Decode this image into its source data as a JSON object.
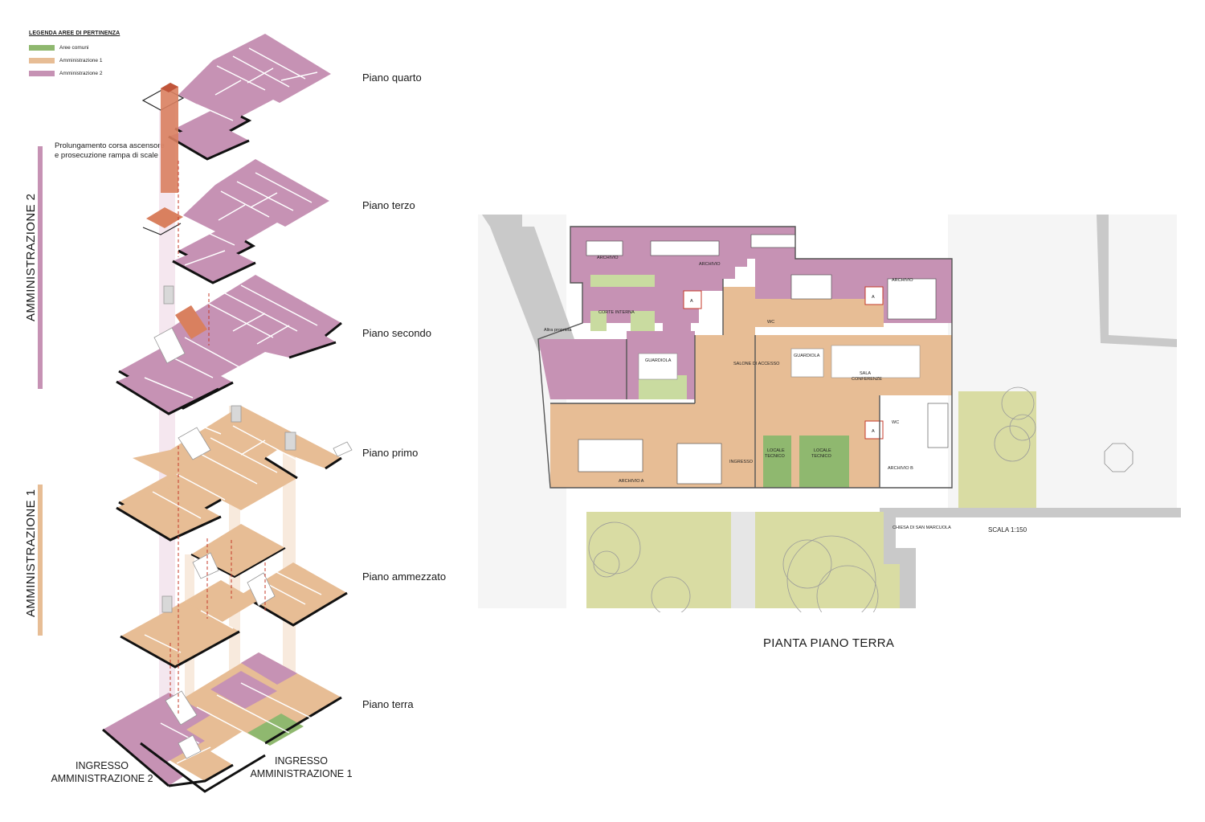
{
  "legend": {
    "title": "LEGENDA AREE DI PERTINENZA",
    "items": [
      {
        "label": "Aree comuni",
        "color": "#8fb86f"
      },
      {
        "label": "Amministrazione 1",
        "color": "#e7bd95"
      },
      {
        "label": "Amministrazione 2",
        "color": "#c692b4"
      }
    ]
  },
  "floors": [
    {
      "label": "Piano quarto"
    },
    {
      "label": "Piano terzo"
    },
    {
      "label": "Piano secondo"
    },
    {
      "label": "Piano primo"
    },
    {
      "label": "Piano ammezzato"
    },
    {
      "label": "Piano terra"
    }
  ],
  "note": {
    "line1": "Prolungamento corsa ascensore",
    "line2": "e prosecuzione rampa di scale"
  },
  "side_labels": {
    "amm2": "AMMINISTRAZIONE 2",
    "amm1": "AMMINISTRAZIONE 1"
  },
  "entrances": {
    "amm2": {
      "line1": "INGRESSO",
      "line2": "AMMINISTRAZIONE 2"
    },
    "amm1": {
      "line1": "INGRESSO",
      "line2": "AMMINISTRAZIONE 1"
    }
  },
  "plan": {
    "title": "PIANTA PIANO TERRA",
    "scale": "SCALA 1:150",
    "rooms": {
      "archivio_top_left": "ARCHIVIO",
      "archivio_top": "ARCHIVIO",
      "archivio_top_right": "ARCHIVIO",
      "corte_interna": "CORTE INTERNA",
      "guardiola_left": "GUARDIOLA",
      "guardiola_right": "GUARDIOLA",
      "salone": "SALONE DI ACCESSO",
      "sala_1": "SALA",
      "sala_2": "CONFERENZE",
      "wc_top": "WC",
      "wc_right": "WC",
      "archivio_a": "ARCHIVIO A",
      "archivio_b": "ARCHIVIO B",
      "ingresso": "INGRESSO",
      "locale_tecnico_1a": "LOCALE",
      "locale_tecnico_1b": "TECNICO",
      "locale_tecnico_2a": "LOCALE",
      "locale_tecnico_2b": "TECNICO",
      "altra_proprieta": "Altra proprietà",
      "chiesa": "CHIESA DI SAN MARCUOLA",
      "a1": "A",
      "a2": "A",
      "a3": "A"
    }
  },
  "colors": {
    "common": "#8fb86f",
    "adm1": "#e7bd95",
    "adm2": "#c692b4",
    "lawn": "#d9dca3",
    "wall": "#c9c9c9",
    "stair": "#d9805f"
  }
}
